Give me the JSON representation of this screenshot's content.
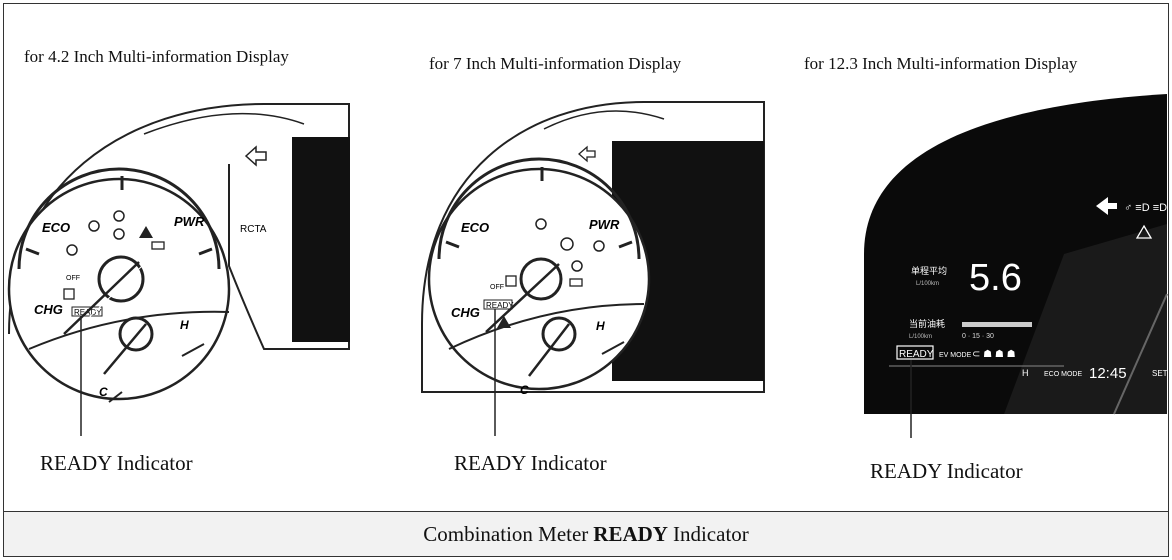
{
  "panels": [
    {
      "title": "for 4.2 Inch Multi-information Display",
      "indicator_label": "READY Indicator",
      "gauge": {
        "eco": "ECO",
        "pwr": "PWR",
        "chg": "CHG",
        "ready": "READY",
        "h": "H",
        "c": "C",
        "rcta": "RCTA",
        "off": "OFF"
      }
    },
    {
      "title": "for 7 Inch Multi-information Display",
      "indicator_label": "READY Indicator",
      "gauge": {
        "eco": "ECO",
        "pwr": "PWR",
        "chg": "CHG",
        "ready": "READY",
        "h": "H",
        "c": "C",
        "off": "OFF"
      }
    },
    {
      "title": "for 12.3 Inch Multi-information Display",
      "indicator_label": "READY Indicator",
      "display": {
        "avg_label": "单程平均",
        "avg_unit": "L/100km",
        "avg_value": "5.6",
        "inst_label": "当前油耗",
        "inst_unit": "L/100km",
        "scale": "0 · 15 · 30",
        "ready": "READY",
        "ev_mode": "EV MODE",
        "eco_mode": "ECO MODE",
        "h": "H",
        "time": "12:45",
        "set": "SET"
      }
    }
  ],
  "caption": {
    "prefix": "Combination Meter",
    "bold": "READY",
    "suffix": "Indicator"
  }
}
